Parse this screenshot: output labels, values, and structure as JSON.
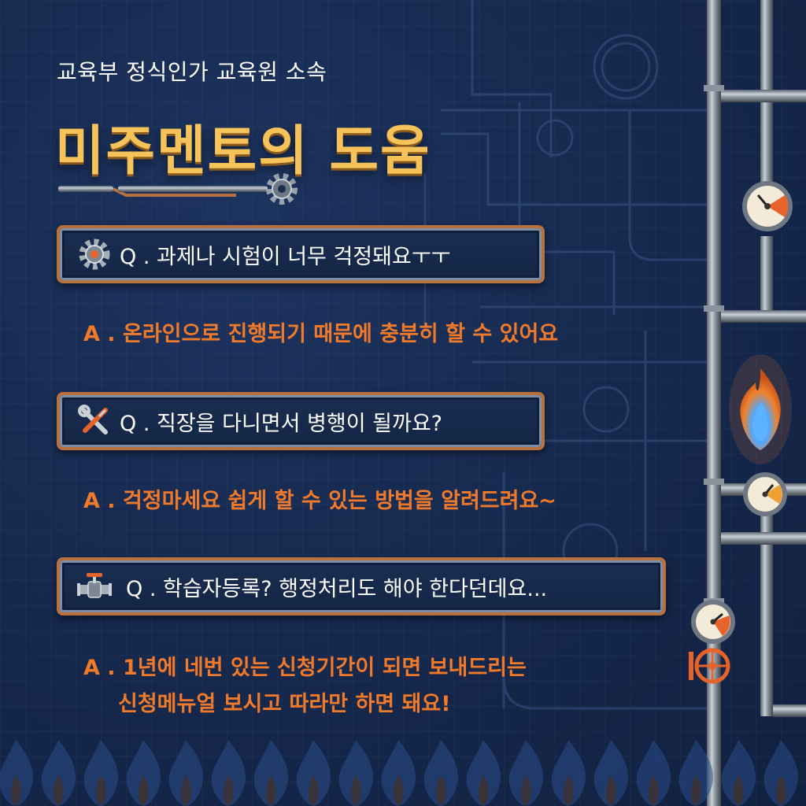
{
  "header": {
    "subtitle": "교육부 정식인가 교육원 소속",
    "title": "미주멘토의 도움"
  },
  "faq": [
    {
      "icon": "gear-icon",
      "question": "Q . 과제나 시험이 너무 걱정돼요ㅜㅜ",
      "answer": "A . 온라인으로 진행되기 때문에 충분히 할 수 있어요"
    },
    {
      "icon": "wrench-screwdriver-icon",
      "question": "Q . 직장을 다니면서 병행이 될까요?",
      "answer": "A . 걱정마세요 쉽게 할 수 있는 방법을 알려드려요~"
    },
    {
      "icon": "valve-icon",
      "question": "Q . 학습자등록? 행정처리도 해야 한다던데요...",
      "answer": "A . 1년에 네번 있는 신청기간이 되면 보내드리는",
      "answer_line2": "신청메뉴얼 보시고 따라만 하면 돼요!"
    }
  ],
  "colors": {
    "background": "#16284a",
    "title": "#f6c25a",
    "answer": "#f07a2a",
    "frame": "#b9703f",
    "flame": "#f0812c"
  }
}
